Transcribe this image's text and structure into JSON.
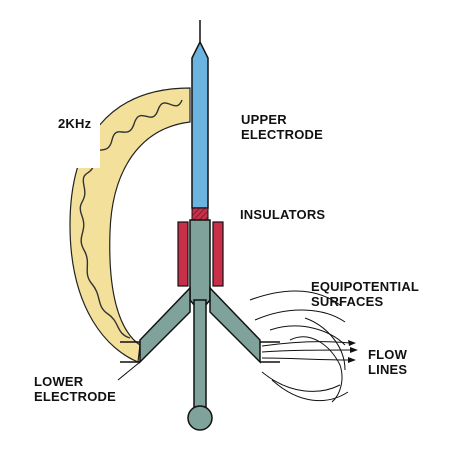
{
  "labels": {
    "frequency": "2KHz",
    "upper_electrode_1": "UPPER",
    "upper_electrode_2": "ELECTRODE",
    "insulators": "INSULATORS",
    "equipotential_1": "EQUIPOTENTIAL",
    "equipotential_2": "SURFACES",
    "flow_1": "FLOW",
    "flow_2": "LINES",
    "lower_electrode_1": "LOWER",
    "lower_electrode_2": "ELECTRODE"
  },
  "colors": {
    "upper_electrode": "#6cb4e0",
    "lower_electrode": "#7fa39a",
    "insulator": "#c8304a",
    "coil": "#f3e09a",
    "outline": "#111111"
  }
}
